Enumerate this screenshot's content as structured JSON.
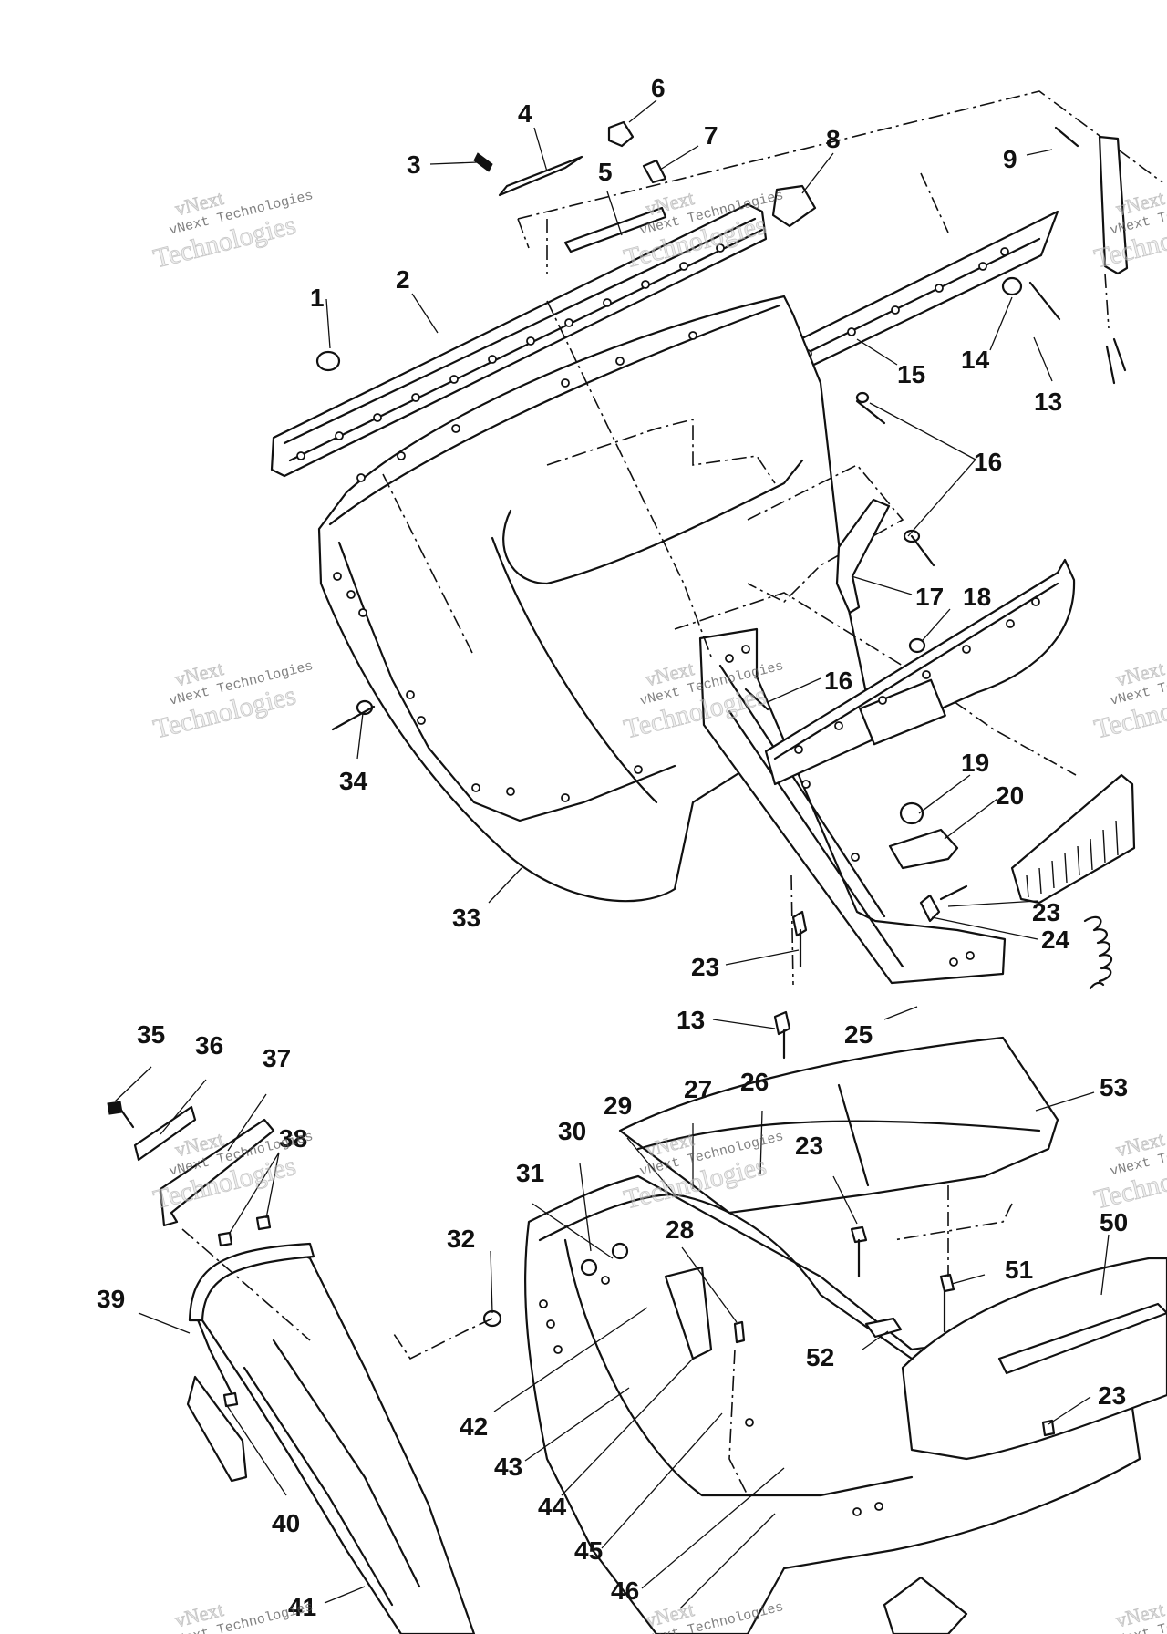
{
  "watermark": {
    "line1": "vNext",
    "line2": "vNext Technologies",
    "line3": "Technologies"
  },
  "callouts": [
    "1",
    "2",
    "3",
    "4",
    "5",
    "6",
    "7",
    "8",
    "9",
    "13",
    "14",
    "15",
    "16",
    "16",
    "17",
    "18",
    "19",
    "20",
    "23",
    "24",
    "23",
    "13",
    "25",
    "33",
    "34",
    "35",
    "36",
    "37",
    "38",
    "39",
    "40",
    "41",
    "42",
    "43",
    "44",
    "45",
    "46",
    "32",
    "31",
    "30",
    "29",
    "28",
    "27",
    "26",
    "23",
    "53",
    "50",
    "51",
    "52",
    "23"
  ]
}
